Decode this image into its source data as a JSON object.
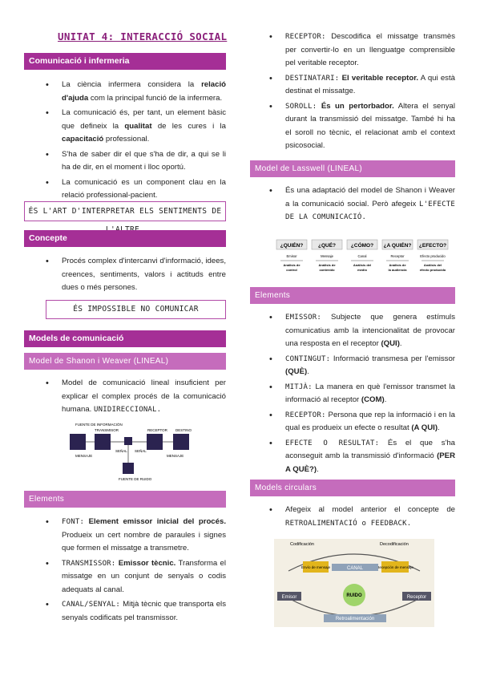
{
  "title": "UNITAT 4: INTERACCIÓ SOCIAL",
  "sec_comunicacio": {
    "heading": "Comunicació i infermeria",
    "items": [
      {
        "a": "La ciència infermera considera la ",
        "b": "relació d'ajuda",
        "c": " com la principal funció de la infermera."
      },
      {
        "a": "La comunicació és, per tant, un element bàsic que defineix la ",
        "b": "qualitat",
        "c": " de les cures i la ",
        "d": "capacitació",
        "e": " professional."
      },
      {
        "a": "S'ha de saber dir el que s'ha de dir, a qui se li ha de dir, en el moment i lloc oportú."
      },
      {
        "a": "La comunicació es un component clau en la relació professional-pacient."
      }
    ],
    "quote": "ÉS L'ART D'INTERPRETAR ELS SENTIMENTS DE L'ALTRE."
  },
  "sec_concepte": {
    "heading": "Concepte",
    "items": [
      {
        "a": "Procés complex d'intercanvi d'informació, idees, creences, sentiments, valors i actituds entre dues o més persones."
      }
    ],
    "quote": "ÉS IMPOSSIBLE NO COMUNICAR"
  },
  "sec_models": {
    "heading": "Models de comunicació",
    "sub": "Model de Shanon i Weaver (LINEAL)",
    "items": [
      {
        "a": "Model de comunicació lineal insuficient per explicar el complex procés de la comunicació humana. ",
        "b": "UNIDIRECCIONAL."
      }
    ],
    "diagram": {
      "labels": [
        "FUENTE DE INFORMACIÓN",
        "TRANSMISOR",
        "RECEPTOR",
        "DESTINO"
      ],
      "under": [
        "MENSAJE",
        "SEÑAL",
        "SEÑAL",
        "MENSAJE"
      ],
      "noise": "FUENTE DE RUIDO"
    }
  },
  "sec_elements1": {
    "heading": "Elements",
    "items": [
      {
        "k": "FONT:",
        "b": " Element emissor inicial del procés.",
        "c": " Produeix un cert nombre de paraules i signes que formen el missatge a transmetre."
      },
      {
        "k": "TRANSMISSOR:",
        "b": " Emissor tècnic.",
        "c": " Transforma el missatge en un conjunt de senyals o codis adequats al canal."
      },
      {
        "k": "CANAL/SENYAL:",
        "c": " Mitjà tècnic que transporta els senyals codificats pel transmissor."
      }
    ]
  },
  "right_items": [
    {
      "k": "RECEPTOR:",
      "c": " Descodifica el missatge transmès per convertir-lo en un llenguatge comprensible pel veritable receptor."
    },
    {
      "k": "DESTINATARI:",
      "b": " El veritable receptor.",
      "c": " A qui està destinat el missatge."
    },
    {
      "k": "SOROLL:",
      "b": " És un pertorbador.",
      "c": " Altera el senyal durant la transmissió del missatge. També hi ha el soroll no tècnic, el relacionat amb el context psicosocial."
    }
  ],
  "sec_lasswell": {
    "heading": "Model de Lasswell (LINEAL)",
    "items": [
      {
        "a": "És una adaptació del model de Shanon i Weaver a la comunicació social. Però afegeix ",
        "k": "L'EFECTE DE LA COMUNICACIÓ."
      }
    ],
    "diagram": {
      "questions": [
        "¿QUIÉN?",
        "¿QUÉ?",
        "¿CÓMO?",
        "¿A QUIÉN?",
        "¿EFECTO?"
      ],
      "terms": [
        "Emisor",
        "Mensaje",
        "Canal",
        "Receptor",
        "Efecto producido"
      ],
      "analysis": [
        "Análisis de control",
        "Análisis de contenido",
        "Análisis del medio",
        "Análisis de la audiencia",
        "Análisis del efecto producido"
      ]
    }
  },
  "sec_elements2": {
    "heading": "Elements",
    "items": [
      {
        "k": "EMISSOR:",
        "c": " Subjecte que genera estímuls comunicatius amb la intencionalitat de provocar una resposta en el receptor ",
        "b": "(QUI)",
        "e": "."
      },
      {
        "k": "CONTINGUT:",
        "c": " Informació transmesa per l'emissor ",
        "b": "(QUÈ)",
        "e": "."
      },
      {
        "k": "MITJÀ:",
        "c": " La manera en què l'emissor transmet la informació al receptor ",
        "b": "(COM)",
        "e": "."
      },
      {
        "k": "RECEPTOR:",
        "c": " Persona que rep la informació i en la qual es produeix un efecte o resultat ",
        "b": "(A QUI)",
        "e": "."
      },
      {
        "k": "EFECTE O RESULTAT:",
        "c": " És el que s'ha aconseguit amb la transmissió d'informació ",
        "b": "(PER A QUÈ?)",
        "e": "."
      }
    ]
  },
  "sec_circulars": {
    "heading": "Models circulars",
    "items": [
      {
        "a": "Afegeix al model anterior el concepte de ",
        "k": "RETROALIMENTACIÓ o FEEDBACK."
      }
    ],
    "diagram": {
      "codificacion": "Codificación",
      "decodificacion": "Decodificación",
      "envio": "Envío de mensaje",
      "recepcion": "Recepción de mensaje",
      "canal": "CANAL",
      "ruido": "RUIDO",
      "emisor": "Emisor",
      "receptor": "Receptor",
      "retro": "Retroalimentación"
    }
  },
  "colors": {
    "accent_dark": "#a52f96",
    "accent_light": "#c56cbc",
    "title": "#8a1f7a"
  }
}
